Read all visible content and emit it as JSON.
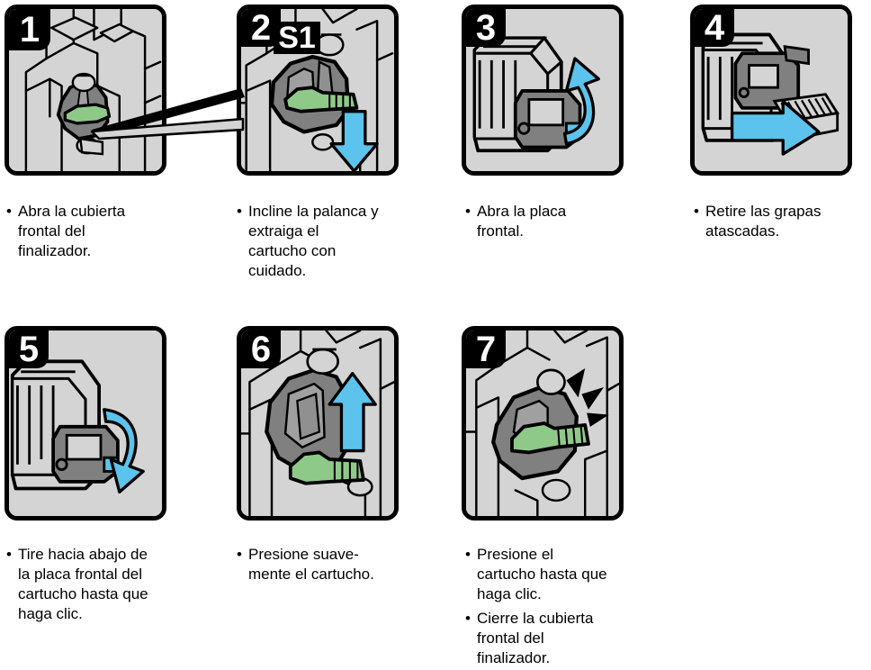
{
  "document": {
    "type": "staple-jam-clearing-instructions",
    "language": "es",
    "colors": {
      "panel_background": "#d4d4d4",
      "outline": "#000000",
      "lever_green": "#8fc98a",
      "arrow_blue": "#5cc3ec",
      "shadow_gray": "#808080",
      "mid_gray": "#a8a8a8",
      "badge_background": "#000000",
      "badge_text": "#ffffff"
    }
  },
  "steps": [
    {
      "number": "1",
      "badge_name": "step-number-1",
      "illustration": "finisher-front-cover-open-with-green-lever",
      "bullets": [
        [
          "Abra la cubierta",
          "frontal del",
          "finalizador."
        ]
      ]
    },
    {
      "number": "2",
      "badge_name": "step-number-2",
      "label": "S1",
      "illustration": "tilt-green-lever-and-pull-out-cartridge",
      "arrow": "down-arrow-blue",
      "bullets": [
        [
          "Incline la palanca y",
          "extraiga el",
          "cartucho con",
          "cuidado."
        ]
      ]
    },
    {
      "number": "3",
      "badge_name": "step-number-3",
      "illustration": "staple-cartridge-front-plate-open",
      "arrow": "curved-up-arrow-blue",
      "bullets": [
        [
          "Abra la placa",
          "frontal."
        ]
      ]
    },
    {
      "number": "4",
      "badge_name": "step-number-4",
      "illustration": "remove-jammed-staples-from-cartridge",
      "arrow": "diagonal-down-right-arrow-blue",
      "bullets": [
        [
          "Retire las grapas",
          "atascadas."
        ]
      ]
    },
    {
      "number": "5",
      "badge_name": "step-number-5",
      "illustration": "pull-down-cartridge-front-plate",
      "arrow": "curved-down-arrow-blue",
      "bullets": [
        [
          "Tire hacia abajo de",
          "la placa frontal del",
          "cartucho hasta que",
          "haga clic."
        ]
      ]
    },
    {
      "number": "6",
      "badge_name": "step-number-6",
      "illustration": "push-cartridge-gently-into-finisher",
      "arrow": "up-arrow-blue",
      "bullets": [
        [
          "Presione suave-",
          "mente el cartucho."
        ]
      ]
    },
    {
      "number": "7",
      "badge_name": "step-number-7",
      "illustration": "press-cartridge-until-click-with-burst-marks",
      "arrow": "click-burst-marks",
      "bullets": [
        [
          "Presione el",
          "cartucho hasta que",
          "haga clic."
        ],
        [
          "Cierre la cubierta",
          "frontal del",
          "finalizador."
        ]
      ]
    }
  ],
  "bullet_glyph": "•"
}
